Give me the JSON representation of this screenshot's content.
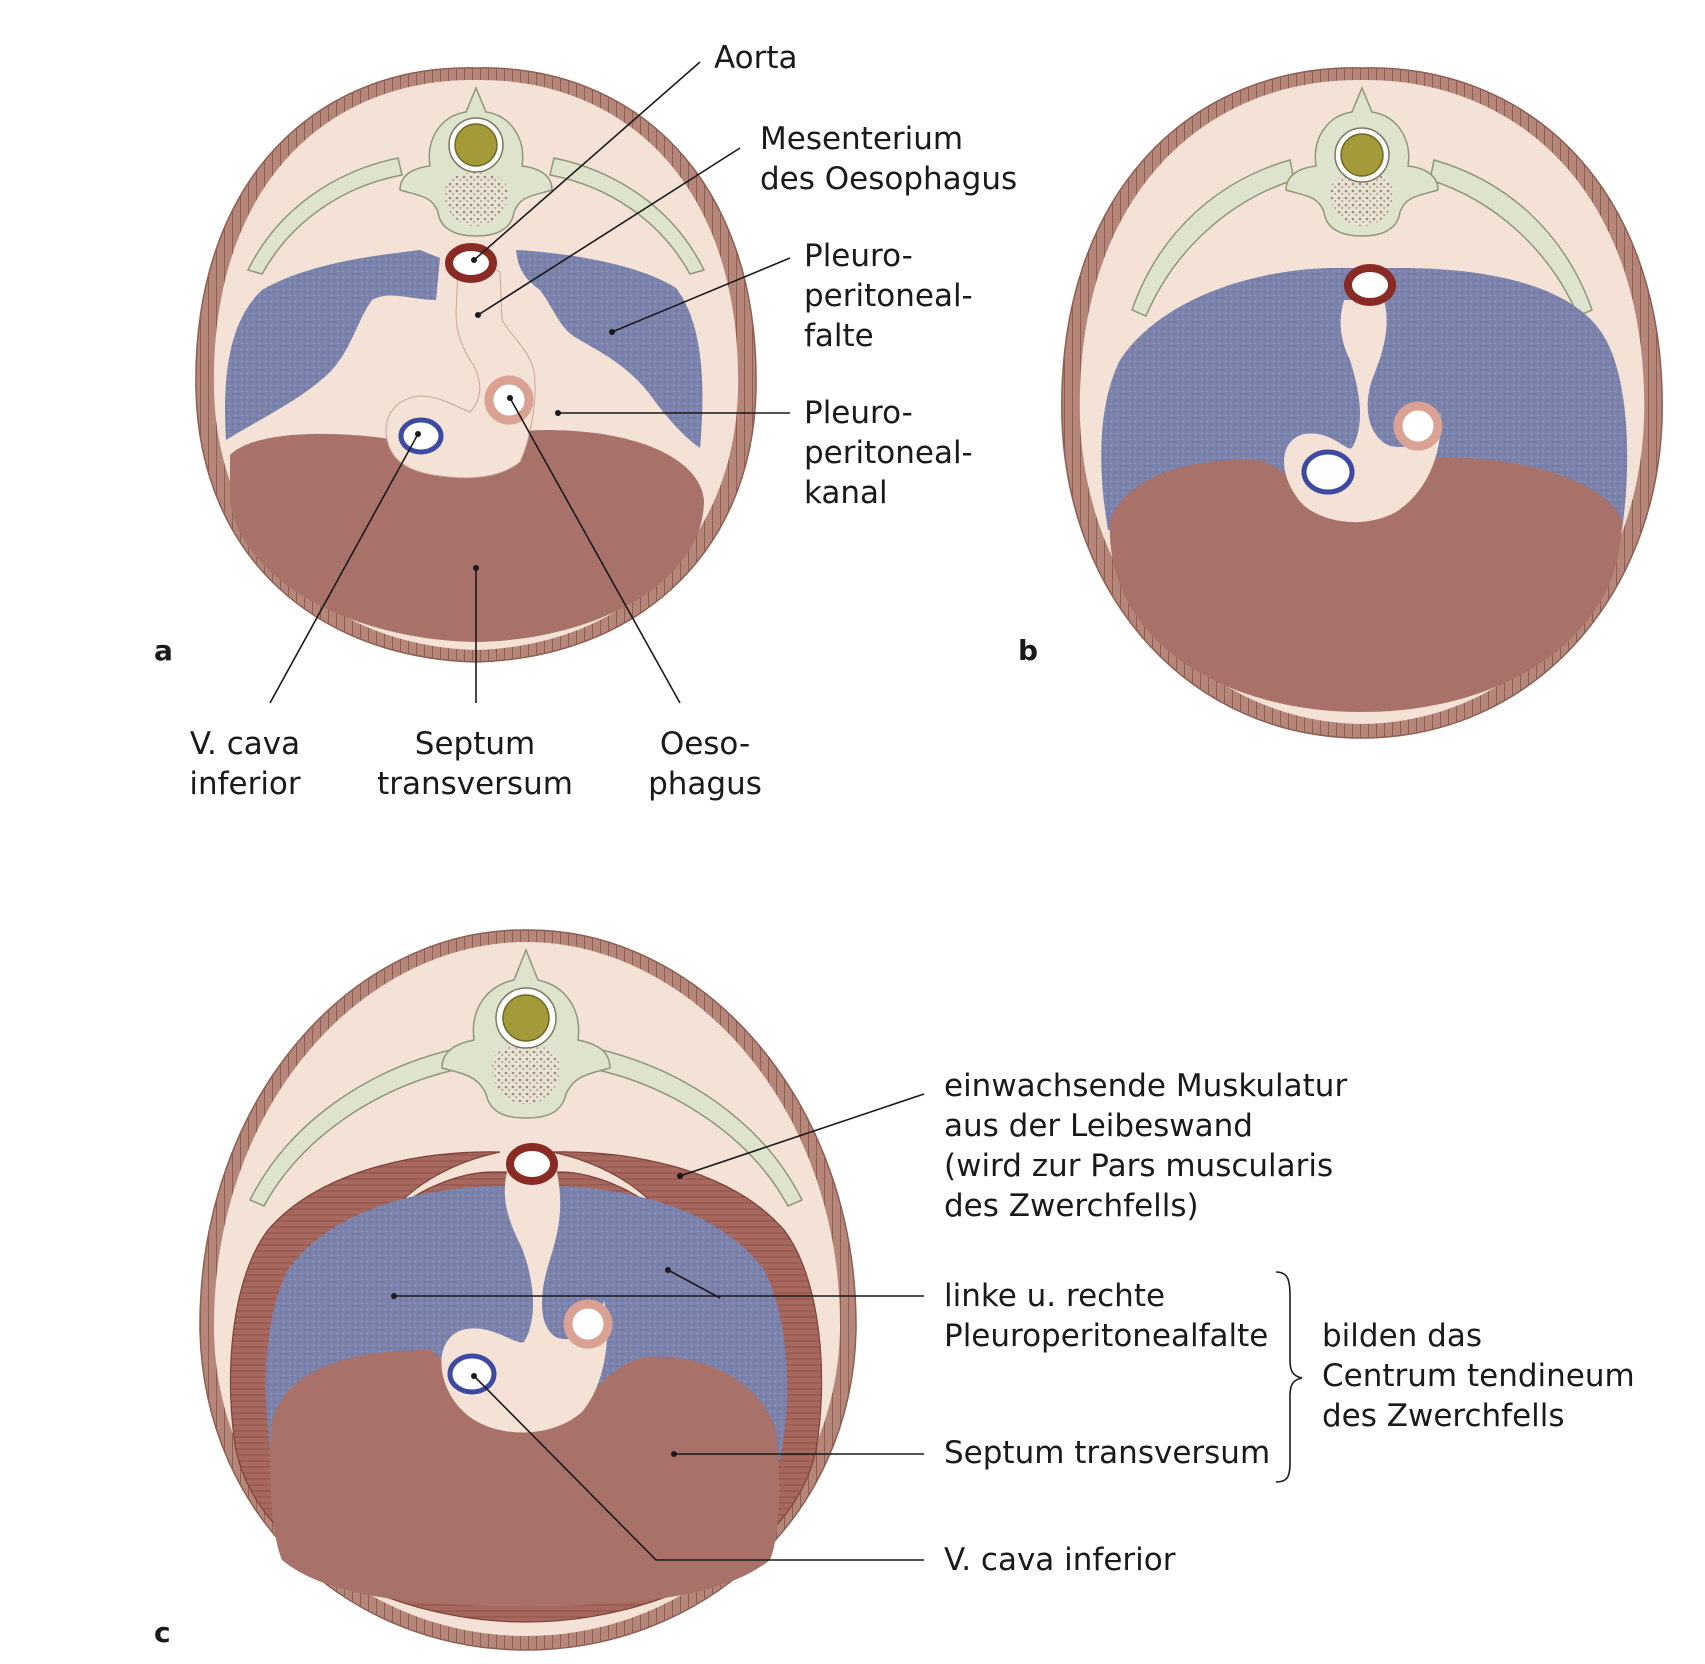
{
  "panels": {
    "a": "a",
    "b": "b",
    "c": "c"
  },
  "labels_a": {
    "aorta": "Aorta",
    "mesenterium_1": "Mesenterium",
    "mesenterium_2": "des Oesophagus",
    "falte_1": "Pleuro-",
    "falte_2": "peritoneal-",
    "falte_3": "falte",
    "kanal_1": "Pleuro-",
    "kanal_2": "peritoneal-",
    "kanal_3": "kanal",
    "vcava_1": "V. cava",
    "vcava_2": "inferior",
    "septum_1": "Septum",
    "septum_2": "transversum",
    "oeso_1": "Oeso-",
    "oeso_2": "phagus"
  },
  "labels_c": {
    "musk_1": "einwachsende Muskulatur",
    "musk_2": "aus der Leibeswand",
    "musk_3": "(wird zur Pars muscularis",
    "musk_4": "des Zwerchfells)",
    "falte_1": "linke u. rechte",
    "falte_2": "Pleuroperitonealfalte",
    "septum": "Septum transversum",
    "vcava": "V. cava inferior",
    "bracket_1": "bilden das",
    "bracket_2": "Centrum tendineum",
    "bracket_3": "des Zwerchfells"
  },
  "colors": {
    "body_wall": "#f3e2d5",
    "skin": "#a9776a",
    "pleuro_fold": "#7b82ab",
    "septum": "#a8726a",
    "aorta": "#8a2a24",
    "vena_cava": "#3c4aa3",
    "oesophagus": "#d9a292",
    "bone": "#dde3cc",
    "spinal_cord": "#a39a3a",
    "muscle": "#9c5f55"
  }
}
